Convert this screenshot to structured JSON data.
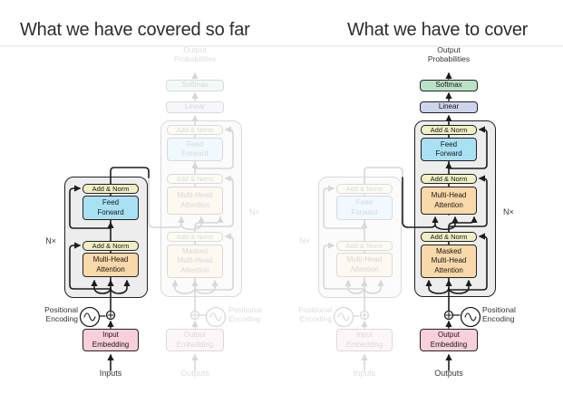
{
  "panels": [
    {
      "title": "What we have covered so far",
      "highlighted": "encoder"
    },
    {
      "title": "What we have to cover",
      "highlighted": "decoder"
    }
  ],
  "labels": {
    "add_norm": "Add & Norm",
    "feed_forward": "Feed\nForward",
    "multi_head_attention": "Multi-Head\nAttention",
    "masked_multi_head_attention": "Masked\nMulti-Head\nAttention",
    "softmax": "Softmax",
    "linear": "Linear",
    "input_embedding": "Input\nEmbedding",
    "output_embedding": "Output\nEmbedding",
    "inputs": "Inputs",
    "outputs": "Outputs",
    "output_probabilities": "Output\nProbabilities",
    "positional_encoding": "Positional\nEncoding",
    "n_times": "N×"
  },
  "colors": {
    "add_norm": "#eff0c3",
    "feed_forward": "#a9e1f4",
    "attention": "#f9d9a9",
    "softmax": "#b9e3c6",
    "linear": "#cdd4ec",
    "embedding": "#f9d0da",
    "container_fill": "#ededed",
    "box_border": "#222222",
    "line": "#1c1c1c",
    "title_text": "#2c2c2c",
    "label_text": "#333333",
    "divider": "#f1efec"
  }
}
